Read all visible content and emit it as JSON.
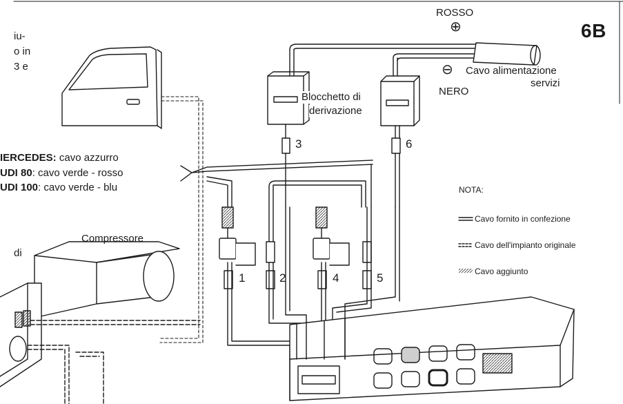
{
  "figure_label": "6B",
  "intro_fragment": [
    "iu-",
    "o in",
    "3  e"
  ],
  "power": {
    "positive_label": "ROSSO",
    "positive_symbol": "⊕",
    "negative_symbol": "⊖",
    "negative_label": "NERO",
    "cable_label_line1": "Cavo alimentazione",
    "cable_label_line2": "servizi"
  },
  "junction_block": {
    "line1": "Blocchetto di",
    "line2": "derivazione"
  },
  "door_cables": [
    {
      "model": "IERCEDES:",
      "desc": " cavo azzurro"
    },
    {
      "model": "UDI 80",
      "desc": ": cavo verde - rosso"
    },
    {
      "model": "UDI 100",
      "desc": ": cavo verde - blu"
    }
  ],
  "compressor_label": "Compressore",
  "left_fragment": "di",
  "connector_numbers": [
    "1",
    "2",
    "3",
    "4",
    "5",
    "6"
  ],
  "nota": {
    "title": "NOTA:",
    "legend": [
      {
        "symbol": "solid",
        "text": "Cavo fornito in confezione"
      },
      {
        "symbol": "dashed",
        "text": "Cavo dell'impianto originale"
      },
      {
        "symbol": "hatched",
        "text": "Cavo aggiunto"
      }
    ]
  },
  "colors": {
    "line": "#1b1b1b",
    "paper": "#ffffff",
    "shade": "#cfcfcf"
  }
}
